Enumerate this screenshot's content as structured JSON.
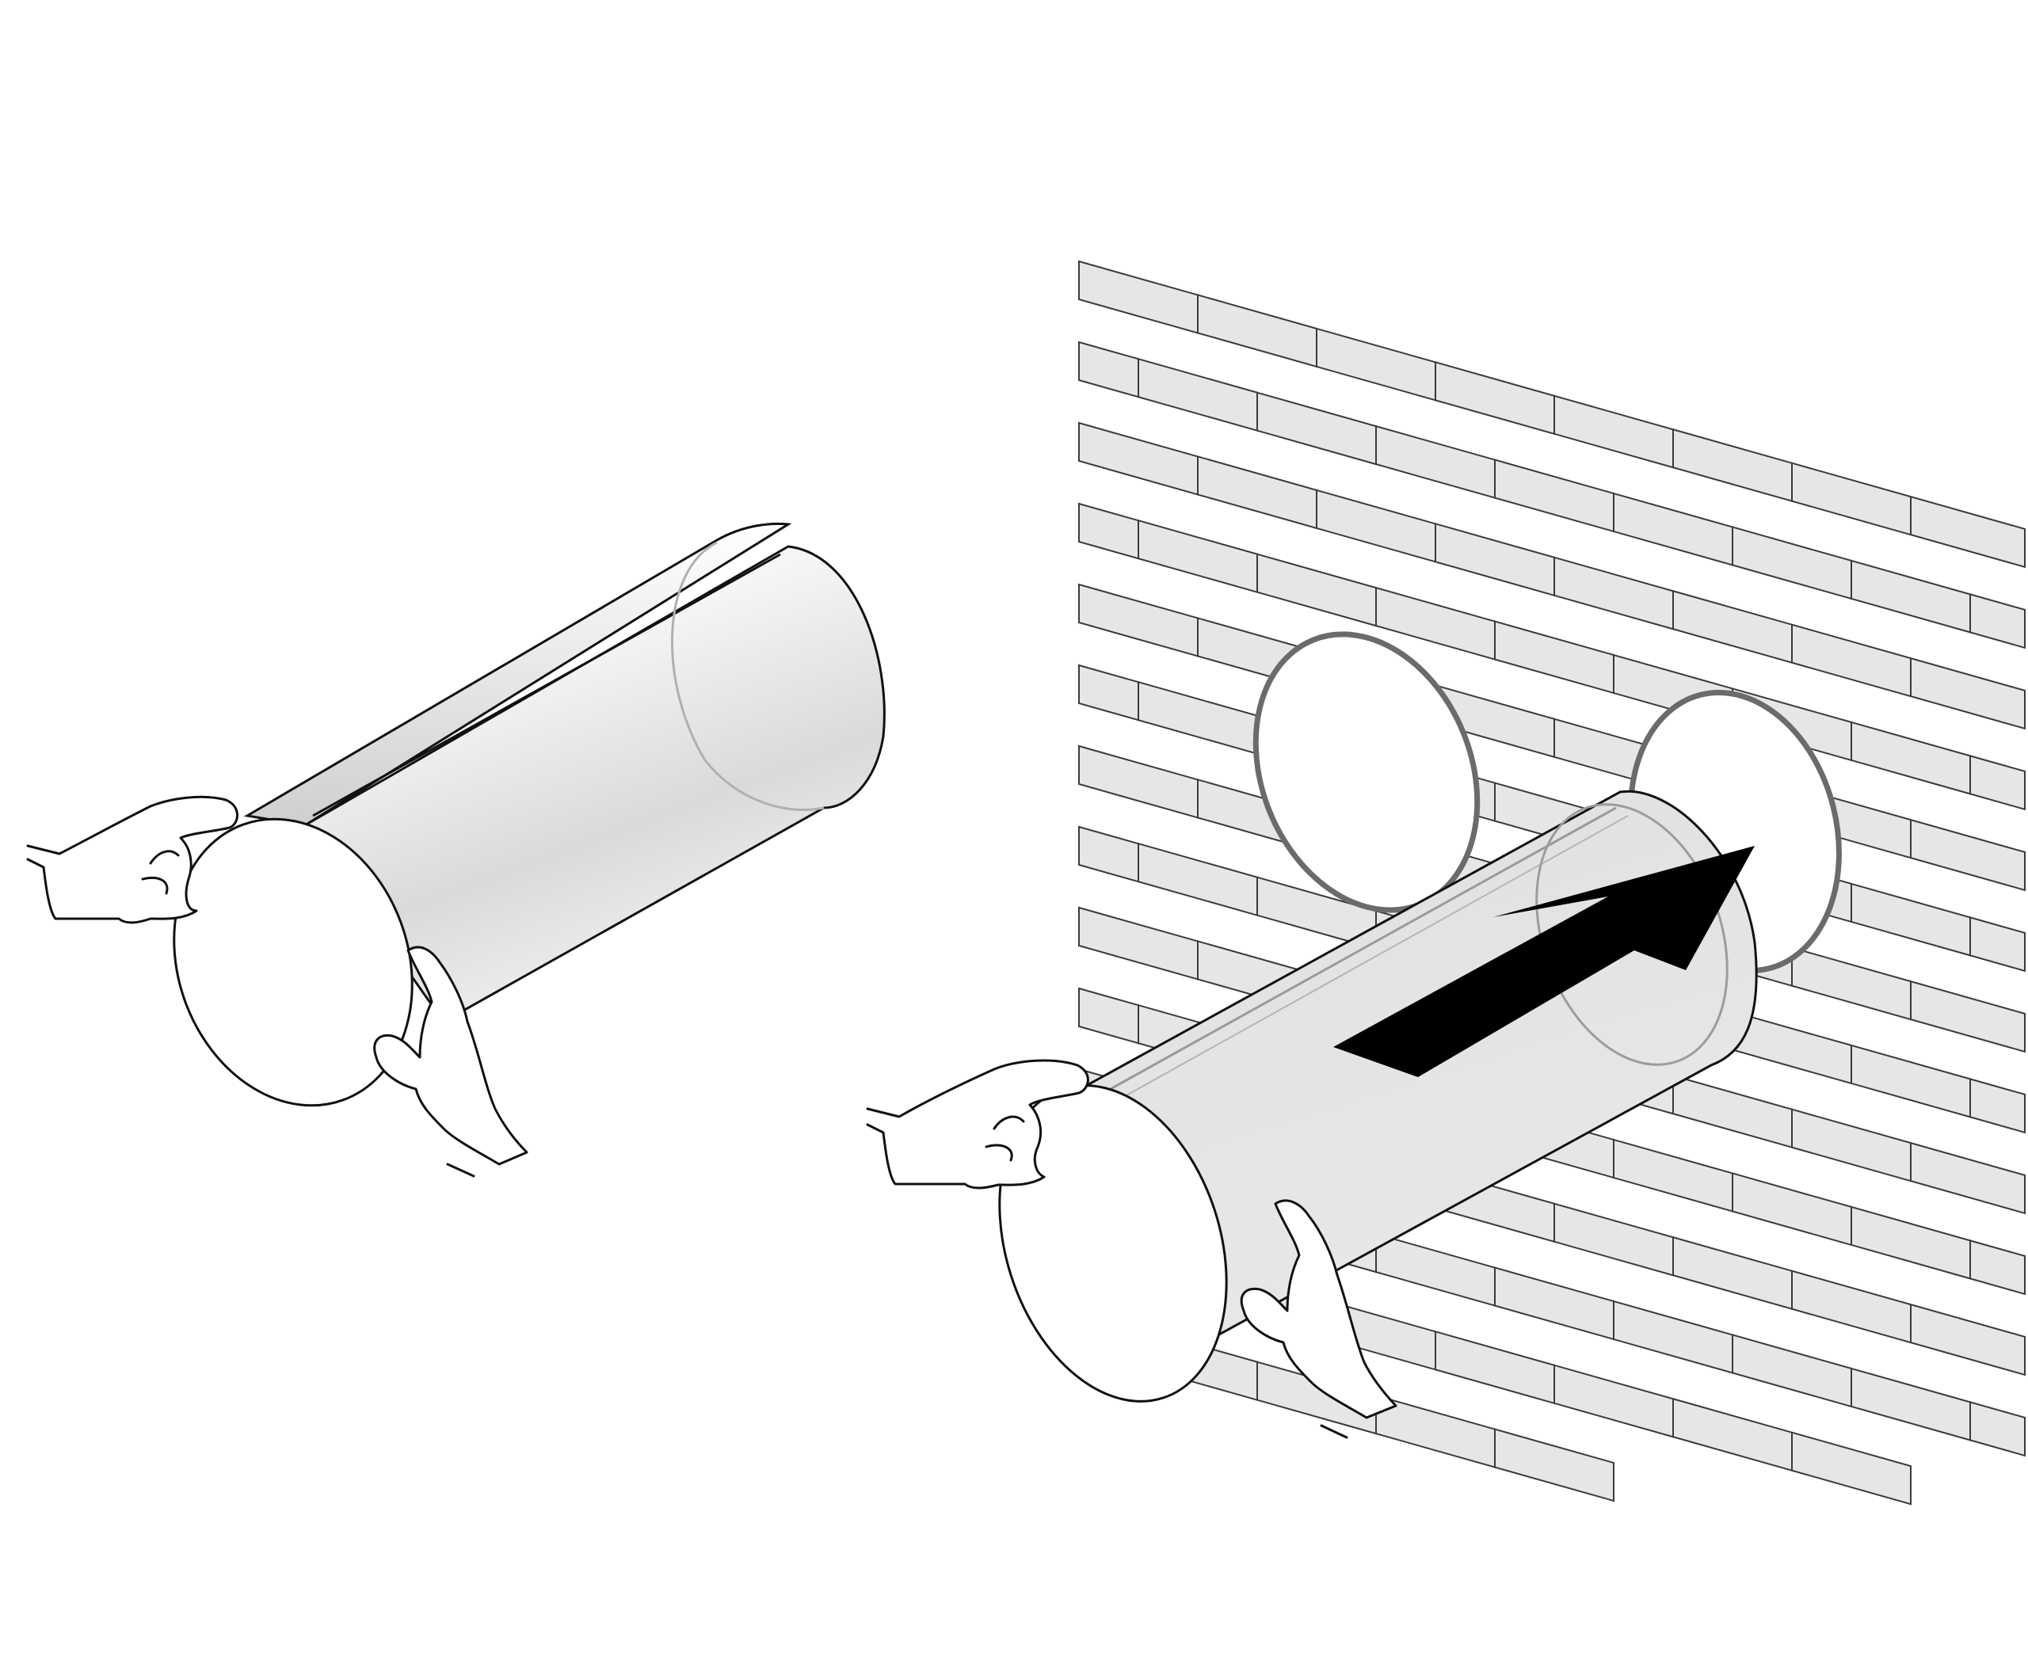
{
  "figure": {
    "panels": [
      {
        "id": "left",
        "step": "hold-sleeve"
      },
      {
        "id": "right",
        "step": "insert-sleeve-into-wall-opening"
      }
    ],
    "direction": "into-wall",
    "colors": {
      "background": "#ffffff",
      "line": "#111111",
      "brick_fill": "#e6e6e6",
      "brick_line": "#3a3a3a",
      "tube_fill": "#e4e4e4",
      "tube_light": "#fafafa",
      "hole_ring": "#6b6b6b",
      "arrow": "#000000"
    },
    "icons": [
      "brick-wall-icon",
      "sleeve-tube-icon",
      "hand-icon",
      "arrow-right-icon"
    ]
  }
}
